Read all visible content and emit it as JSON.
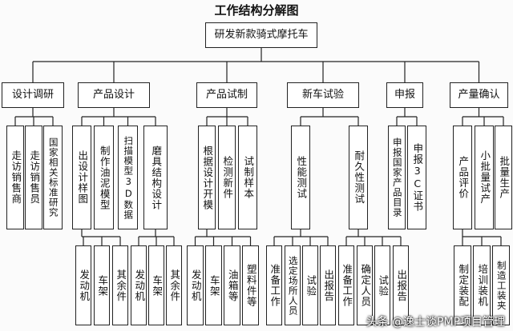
{
  "title": "工作结构分解图",
  "root": "研发新款骑式摩托车",
  "groups": [
    {
      "label": "设计调研",
      "children": [
        "走访销售商",
        "走访销售员",
        "国家相关标准研究"
      ]
    },
    {
      "label": "产品设计",
      "children": [
        "出设计样图",
        "制作油泥模型",
        "扫描模型3D数据",
        "磨具结构设计"
      ]
    },
    {
      "label": "产品试制",
      "children": [
        "根据设计开模",
        "检测新件",
        "试制样本"
      ]
    },
    {
      "label": "新车试验",
      "children": [
        "性能测试",
        "耐久性测试"
      ]
    },
    {
      "label": "申报",
      "children": [
        "申报国家产品目录",
        "申报3C证书"
      ]
    },
    {
      "label": "产量确认",
      "children": [
        "产品评价",
        "小批量试产",
        "批量生产"
      ]
    }
  ],
  "leaves": {
    "chanpin_sheji_a": [
      "发动机",
      "车架",
      "其余件"
    ],
    "chanpin_sheji_b": [
      "发动机",
      "车架",
      "其余件"
    ],
    "chanpin_shizhi": [
      "发动机",
      "车架",
      "油箱等",
      "塑料件等"
    ],
    "xingneng": [
      "准备工作",
      "选定场所人员",
      "试验",
      "出报告"
    ],
    "naijiu": [
      "准备工作",
      "确定人员",
      "试验",
      "出报告"
    ],
    "chanliang": [
      "制定装配",
      "培训装机",
      "制造工装夹"
    ]
  },
  "watermark": "头条 @逸士谈PMP项目管理"
}
